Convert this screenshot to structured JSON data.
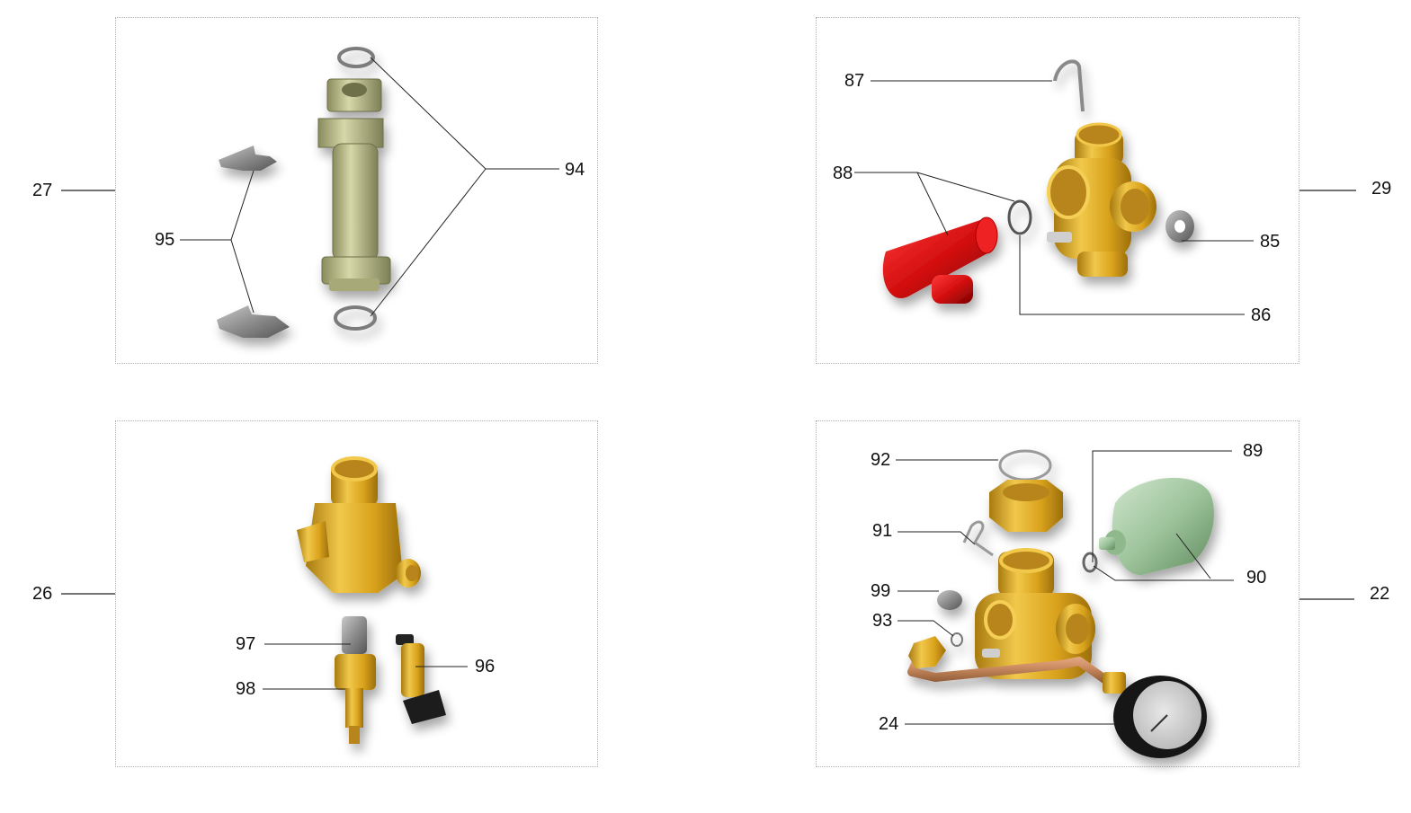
{
  "panels": [
    {
      "id": "27",
      "callouts": [
        "94",
        "95"
      ]
    },
    {
      "id": "29",
      "callouts": [
        "87",
        "88",
        "85",
        "86"
      ]
    },
    {
      "id": "26",
      "callouts": [
        "97",
        "98",
        "96"
      ]
    },
    {
      "id": "22",
      "callouts": [
        "92",
        "91",
        "99",
        "93",
        "24",
        "89",
        "90"
      ]
    }
  ],
  "labels": {
    "p27": "27",
    "p29": "29",
    "p26": "26",
    "p22": "22",
    "c94": "94",
    "c95": "95",
    "c87": "87",
    "c88": "88",
    "c85": "85",
    "c86": "86",
    "c97": "97",
    "c98": "98",
    "c96": "96",
    "c92": "92",
    "c91": "91",
    "c99": "99",
    "c93": "93",
    "c24": "24",
    "c89": "89",
    "c90": "90"
  },
  "colors": {
    "brass": "#d9a21c",
    "relief_valve_red": "#d40f0f",
    "cartridge_olive": "#b9bb8c",
    "expansion_vessel_green": "#9ec49c",
    "gasket_grey": "#777777",
    "copper_pipe": "#d29165",
    "gauge_black": "#151515"
  }
}
